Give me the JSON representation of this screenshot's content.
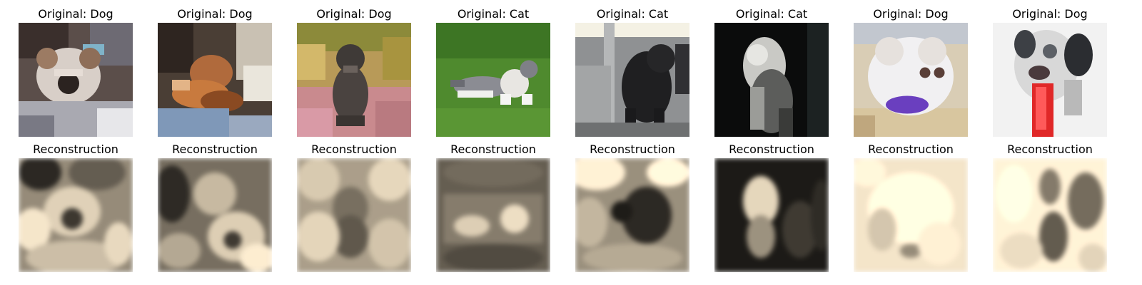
{
  "captions": {
    "original": [
      "Original: Dog",
      "Original: Dog",
      "Original: Dog",
      "Original: Cat",
      "Original: Cat",
      "Original: Cat",
      "Original: Dog",
      "Original: Dog"
    ],
    "reconstruction": [
      "Reconstruction",
      "Reconstruction",
      "Reconstruction",
      "Reconstruction",
      "Reconstruction",
      "Reconstruction",
      "Reconstruction",
      "Reconstruction"
    ]
  }
}
